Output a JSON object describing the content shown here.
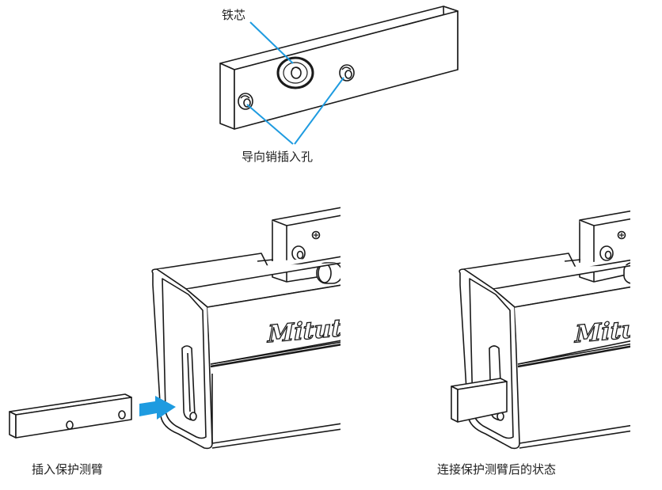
{
  "labels": {
    "iron_core": "铁芯",
    "guide_pin_holes": "导向销插入孔"
  },
  "captions": {
    "insert": "插入保护测臂",
    "connected": "连接保护测臂后的状态"
  },
  "brand": {
    "left": "Mitutoy",
    "right": "Mitutoy"
  },
  "colors": {
    "arrow": "#1e9be0",
    "leader": "#1e9be0",
    "outline": "#1a1a1a"
  }
}
